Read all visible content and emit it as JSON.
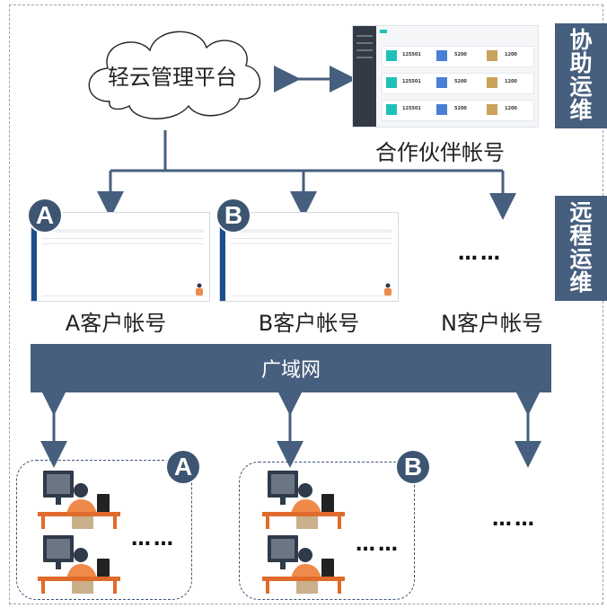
{
  "platform": {
    "label": "轻云管理平台"
  },
  "partner_account": {
    "label": "合作伙伴帐号"
  },
  "side_tabs": {
    "assist_ops": [
      "协",
      "助",
      "运",
      "维"
    ],
    "remote_ops": [
      "远",
      "程",
      "运",
      "维"
    ]
  },
  "accounts": [
    {
      "badge": "A",
      "label": "A客户帐号"
    },
    {
      "badge": "B",
      "label": "B客户帐号"
    },
    {
      "badge": "",
      "label": "N客户帐号"
    }
  ],
  "wan": {
    "label": "广域网"
  },
  "ellipsis": "……",
  "groups": [
    {
      "badge": "A"
    },
    {
      "badge": "B"
    }
  ],
  "dashboard_values": [
    "125501",
    "5200",
    "1200"
  ],
  "colors": {
    "accent": "#475f7e",
    "teal": "#1fc1b7",
    "blue": "#4a7fd6",
    "gold": "#c9a25b",
    "desk": "#e06b2c",
    "monitor": "#2f3a4a",
    "shirt": "#f08a4b"
  }
}
